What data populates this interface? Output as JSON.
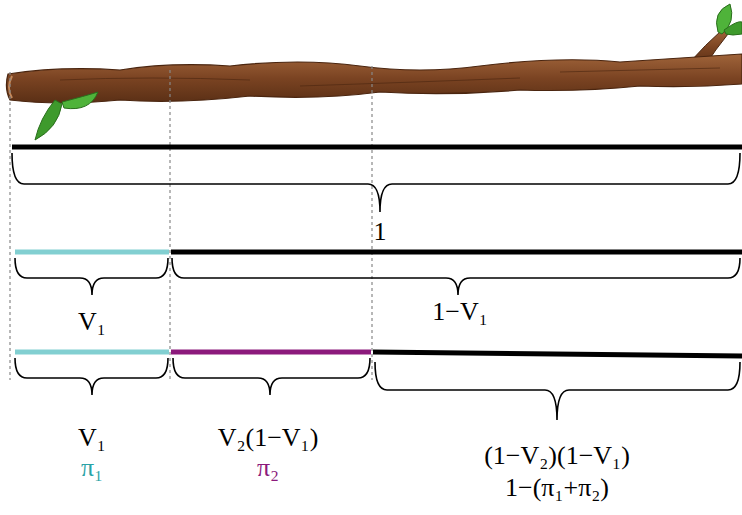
{
  "diagram": {
    "labels": [
      "1",
      "V₁",
      "1−V₁",
      "V₁",
      "V₂(1−V₁)",
      "(1−V₂)(1−V₁)",
      "π₁",
      "π₂",
      "1−(π₁+π₂)"
    ]
  }
}
